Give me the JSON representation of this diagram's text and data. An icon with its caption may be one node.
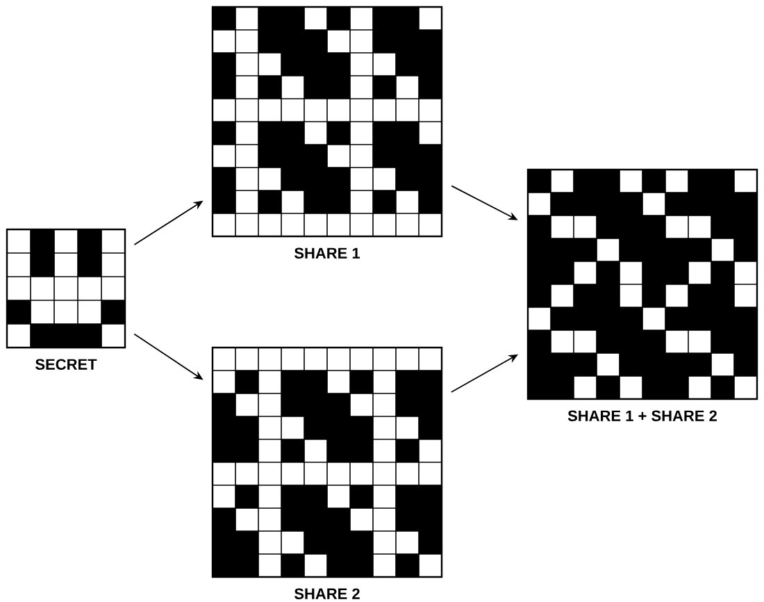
{
  "diagram": {
    "nodes": [
      {
        "text": [
          "SECRET"
        ]
      },
      {
        "text": [
          "SHARE 1"
        ]
      },
      {
        "text": [
          "SHARE 2"
        ]
      },
      {
        "text": [
          "SHARE 1 + SHARE 2"
        ]
      }
    ],
    "edges": [
      {
        "from": 0,
        "to": 1,
        "arrow": "to"
      },
      {
        "from": 0,
        "to": 2,
        "arrow": "to"
      },
      {
        "from": 1,
        "to": 3,
        "arrow": "to"
      },
      {
        "from": 2,
        "to": 3,
        "arrow": "to"
      }
    ]
  }
}
